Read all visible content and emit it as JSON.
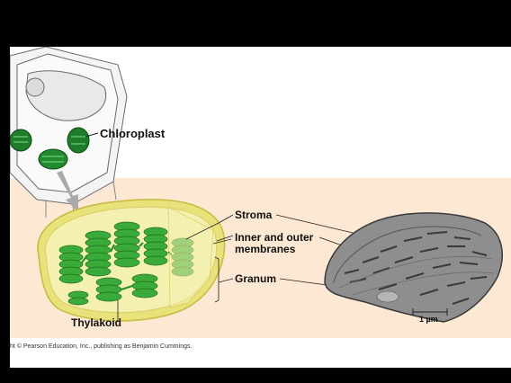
{
  "labels": {
    "chloroplast": "Chloroplast",
    "stroma": "Stroma",
    "inner_outer_1": "Inner and outer",
    "inner_outer_2": "membranes",
    "granum": "Granum",
    "thylakoid": "Thylakoid",
    "scale": "1 µm"
  },
  "credit": "ht © Pearson Education, Inc., publishing as Benjamin Cummings.",
  "colors": {
    "thylakoid_green": "#2fa52f",
    "envelope_yellow": "#e8e27a",
    "band_peach": "#fde8d3"
  }
}
